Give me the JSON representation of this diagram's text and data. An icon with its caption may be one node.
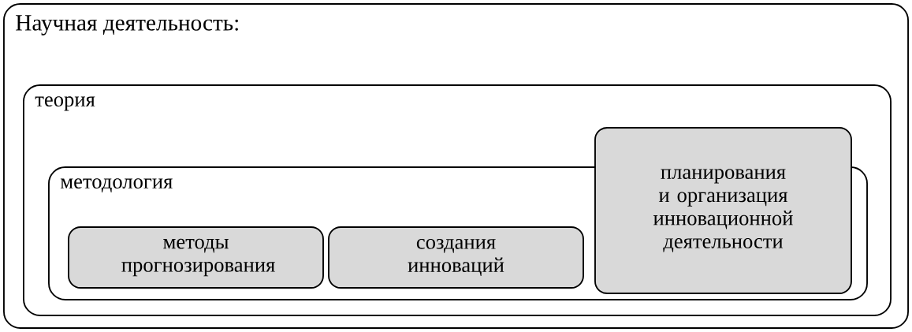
{
  "diagram": {
    "nodes": [
      {
        "text": [
          "Научная деятельность:"
        ]
      },
      {
        "text": [
          "теория"
        ],
        "in": 0
      },
      {
        "text": [
          "методология"
        ],
        "in": 1
      },
      {
        "text": [
          "методы прогнозирования"
        ],
        "in": 2
      },
      {
        "text": [
          "создания инноваций"
        ],
        "in": 2
      },
      {
        "text": [
          "планирования и организация инновационной деятельности"
        ],
        "in": 1
      }
    ]
  }
}
